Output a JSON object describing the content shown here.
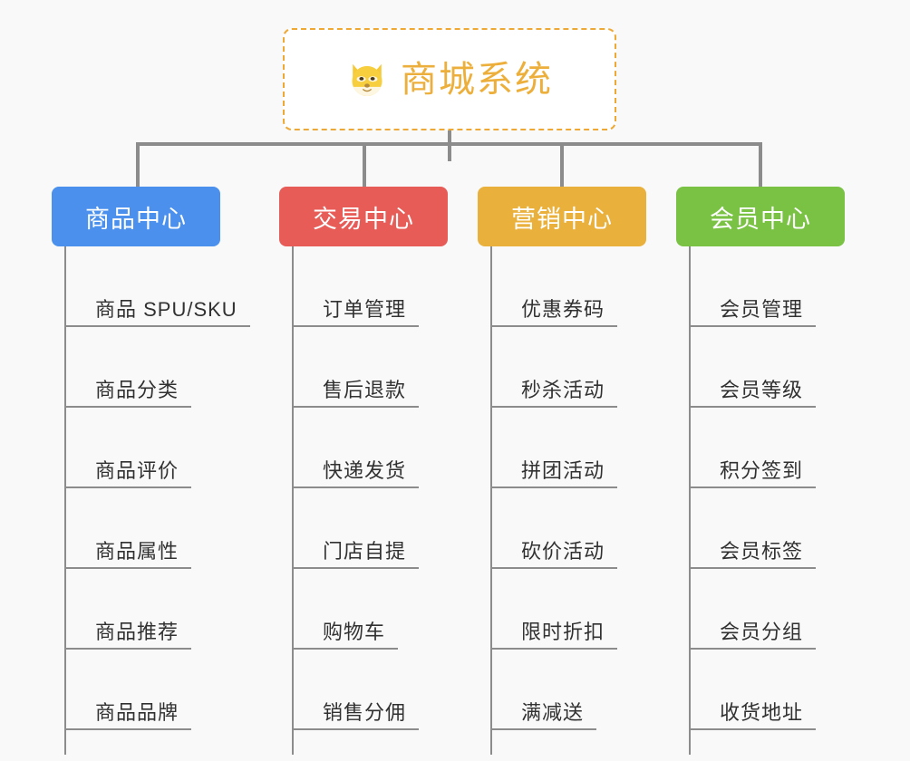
{
  "canvas": {
    "background_color": "#f9f9f9",
    "line_color": "#8c8c8c"
  },
  "root": {
    "title": "商城系统",
    "icon": "dog-face-emoji",
    "text_color": "#edaf3b",
    "border_color": "#eda836",
    "background_color": "#ffffff"
  },
  "branches": [
    {
      "id": "product-center",
      "label": "商品中心",
      "color": "#4a90ec",
      "items": [
        "商品 SPU/SKU",
        "商品分类",
        "商品评价",
        "商品属性",
        "商品推荐",
        "商品品牌"
      ]
    },
    {
      "id": "trade-center",
      "label": "交易中心",
      "color": "#e85c58",
      "items": [
        "订单管理",
        "售后退款",
        "快递发货",
        "门店自提",
        "购物车",
        "销售分佣"
      ]
    },
    {
      "id": "marketing-center",
      "label": "营销中心",
      "color": "#eab03c",
      "items": [
        "优惠券码",
        "秒杀活动",
        "拼团活动",
        "砍价活动",
        "限时折扣",
        "满减送"
      ]
    },
    {
      "id": "member-center",
      "label": "会员中心",
      "color": "#79c244",
      "items": [
        "会员管理",
        "会员等级",
        "积分签到",
        "会员标签",
        "会员分组",
        "收货地址"
      ]
    }
  ]
}
